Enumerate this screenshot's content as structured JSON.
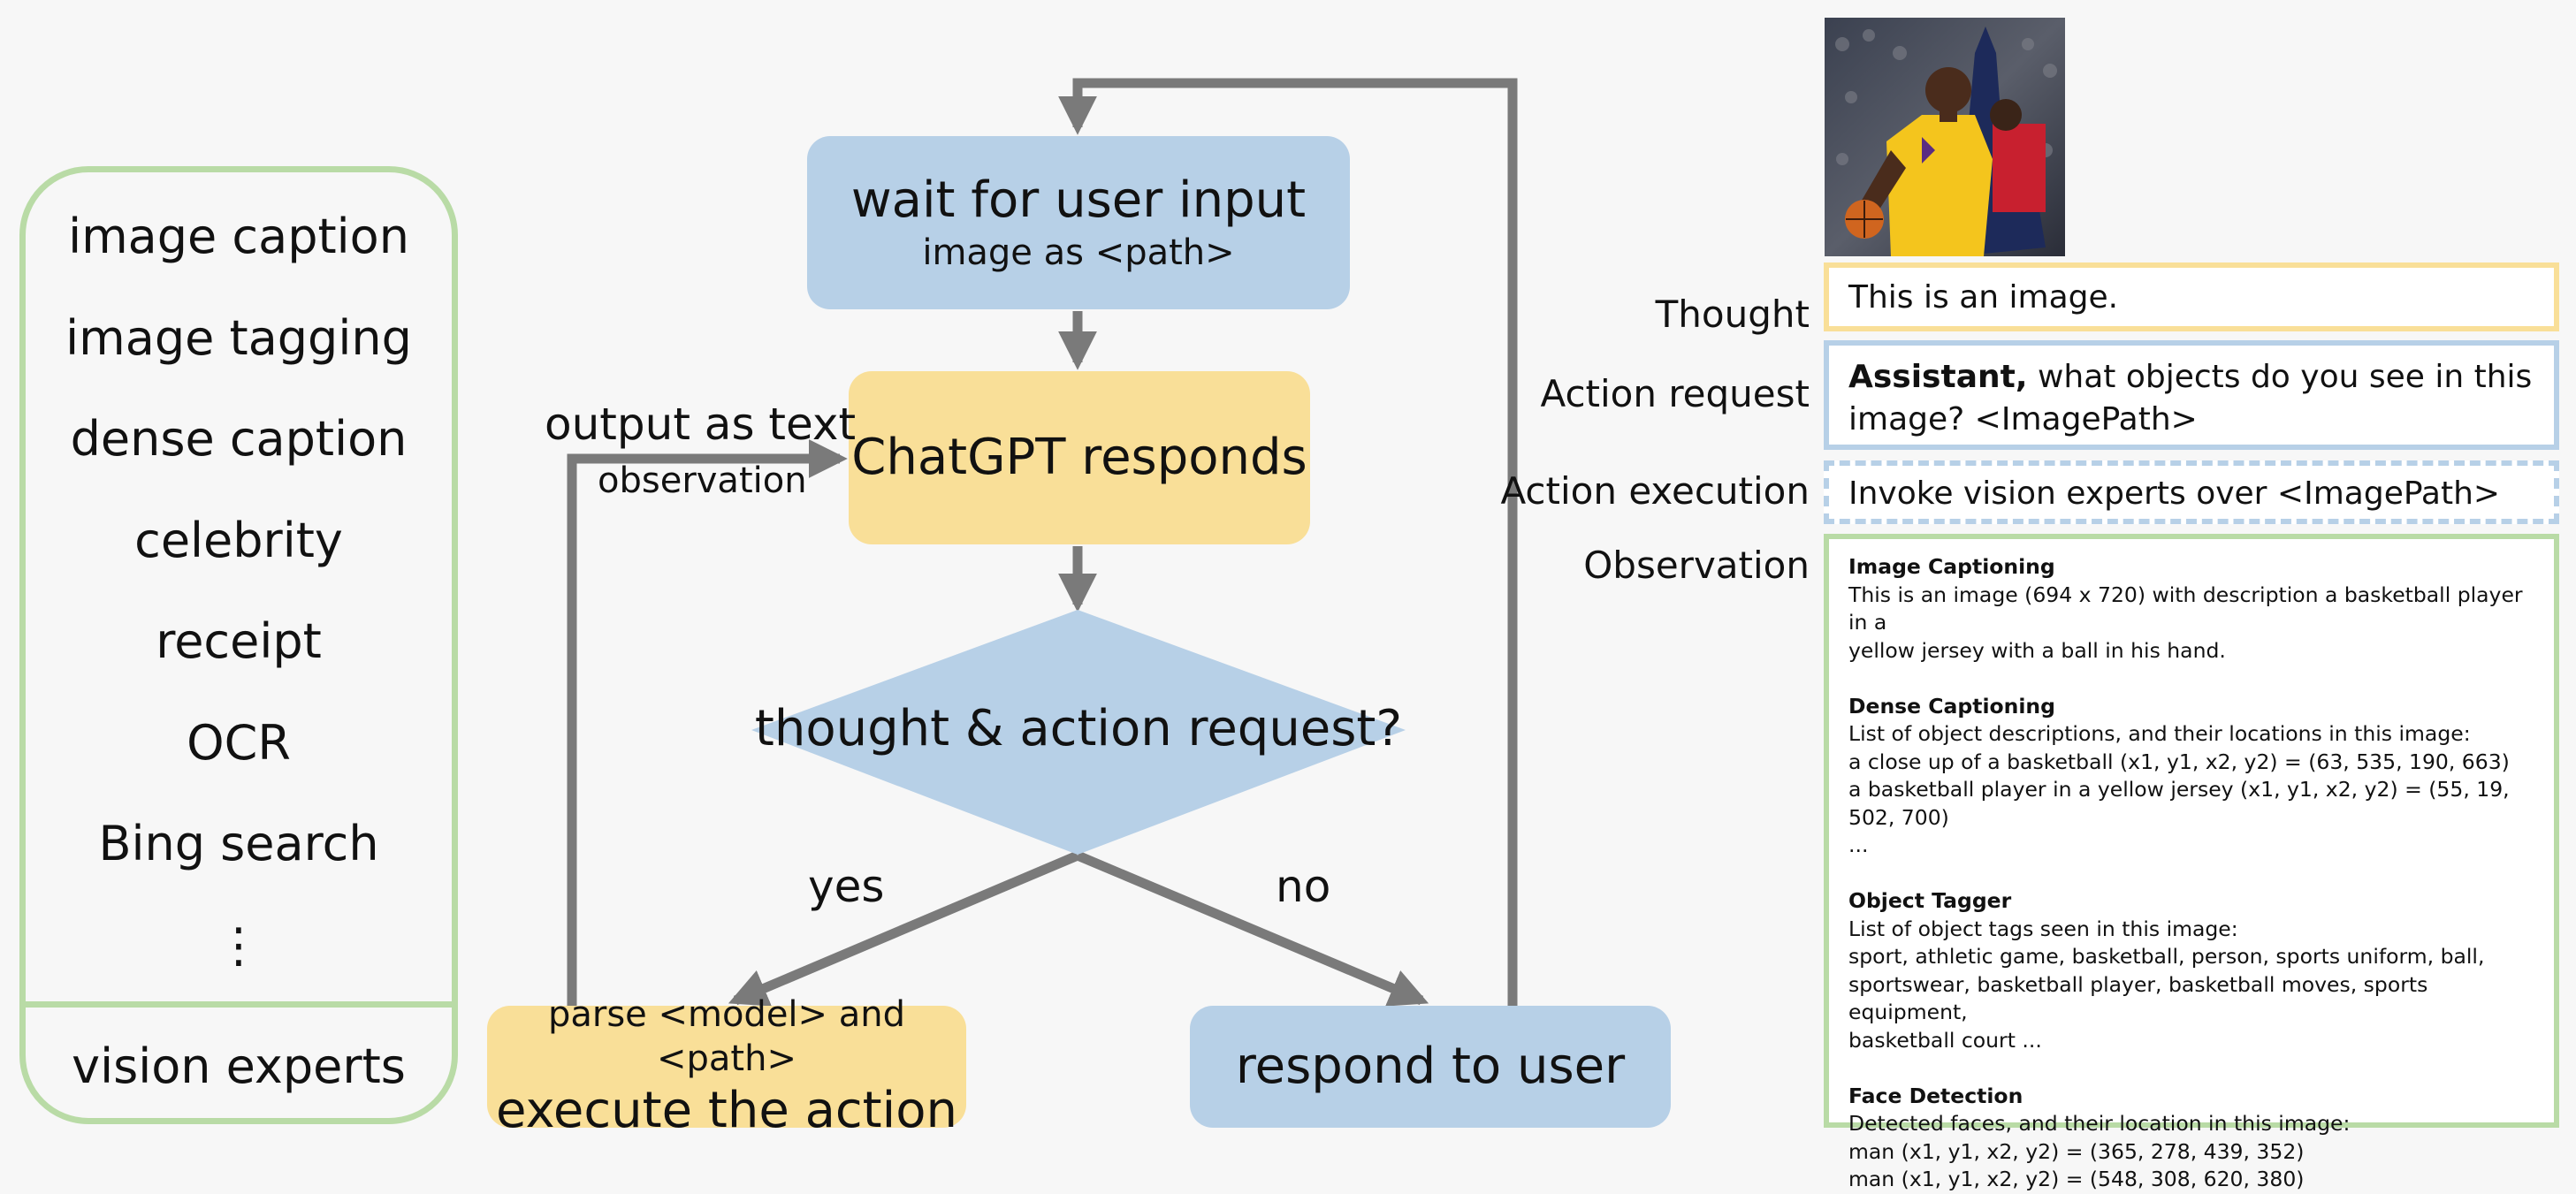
{
  "experts": {
    "items": [
      "image caption",
      "image tagging",
      "dense caption",
      "celebrity",
      "receipt",
      "OCR",
      "Bing search",
      "⋮"
    ],
    "footer": "vision experts"
  },
  "flow": {
    "wait": {
      "title": "wait for user input",
      "subtitle": "image as <path>"
    },
    "chatgpt": {
      "title": "ChatGPT responds"
    },
    "decision": {
      "title": "thought & action request?"
    },
    "execute": {
      "subtitle": "parse <model> and <path>",
      "title": "execute the action"
    },
    "respond": {
      "title": "respond to user"
    },
    "output_label": "output as text",
    "observation_label": "observation",
    "yes_label": "yes",
    "no_label": "no"
  },
  "example": {
    "thought_label": "Thought",
    "thought_text": "This is an image.",
    "request_label": "Action request",
    "request_bold": "Assistant,",
    "request_text": " what objects do you see in this image? <ImagePath>",
    "execution_label": "Action execution",
    "execution_text": "Invoke vision experts over <ImagePath>",
    "observation_label": "Observation",
    "observation_sections": [
      {
        "heading": "Image Captioning",
        "lines": [
          "This is an image (694 x 720) with description a basketball player in a",
          "yellow jersey with a ball in his hand."
        ]
      },
      {
        "heading": "Dense Captioning",
        "lines": [
          "List of object descriptions, and their locations in this image:",
          "a close up of a basketball (x1, y1, x2, y2)  = (63, 535, 190, 663)",
          "a basketball player in a yellow jersey (x1, y1, x2, y2)  = (55, 19, 502, 700)",
          "..."
        ]
      },
      {
        "heading": "Object Tagger",
        "lines": [
          "List of object tags seen in this image:",
          "sport, athletic game, basketball, person, sports uniform, ball,",
          "sportswear, basketball player, basketball moves, sports equipment,",
          "basketball court ..."
        ]
      },
      {
        "heading": "Face Detection",
        "lines": [
          "Detected faces, and their location in this image:",
          "man (x1, y1, x2, y2)  = (365, 278, 439, 352)",
          "man (x1, y1, x2, y2)  = (548, 308, 620, 380)"
        ]
      }
    ]
  },
  "colors": {
    "blue": "#b7d0e7",
    "yellow": "#f9df98",
    "green": "#b9dba6",
    "arrow": "#7a7a7a",
    "jersey": "#f4c51d"
  }
}
